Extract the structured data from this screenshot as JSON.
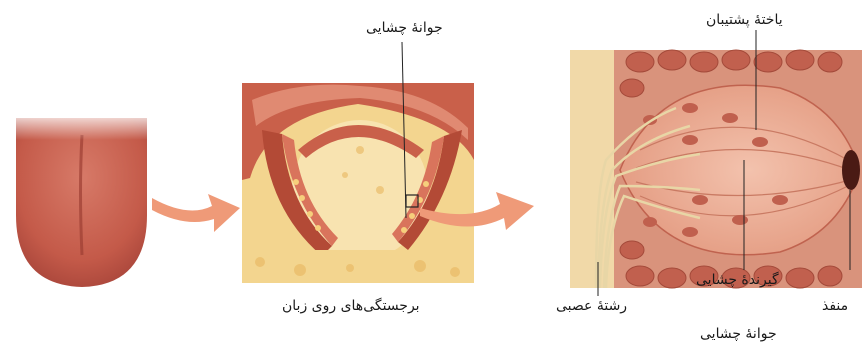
{
  "labels": {
    "taste_bud_top": "جوانهٔ چشایی",
    "papillae_caption": "برجستگی‌های روی زبان",
    "supporting_cell": "یاختهٔ پشتیبان",
    "nerve_fiber": "رشتهٔ عصبی",
    "taste_receptor": "گیرندهٔ چشایی",
    "pore": "منفذ",
    "taste_bud_caption": "جوانهٔ چشایی"
  },
  "colors": {
    "arrow": "#ef9a78",
    "tongue": "#c95f4f",
    "papilla_tissue": "#c2553e",
    "connective": "#f3d58f",
    "receptor": "#e9a58e",
    "nerve": "#e8d6a6"
  }
}
